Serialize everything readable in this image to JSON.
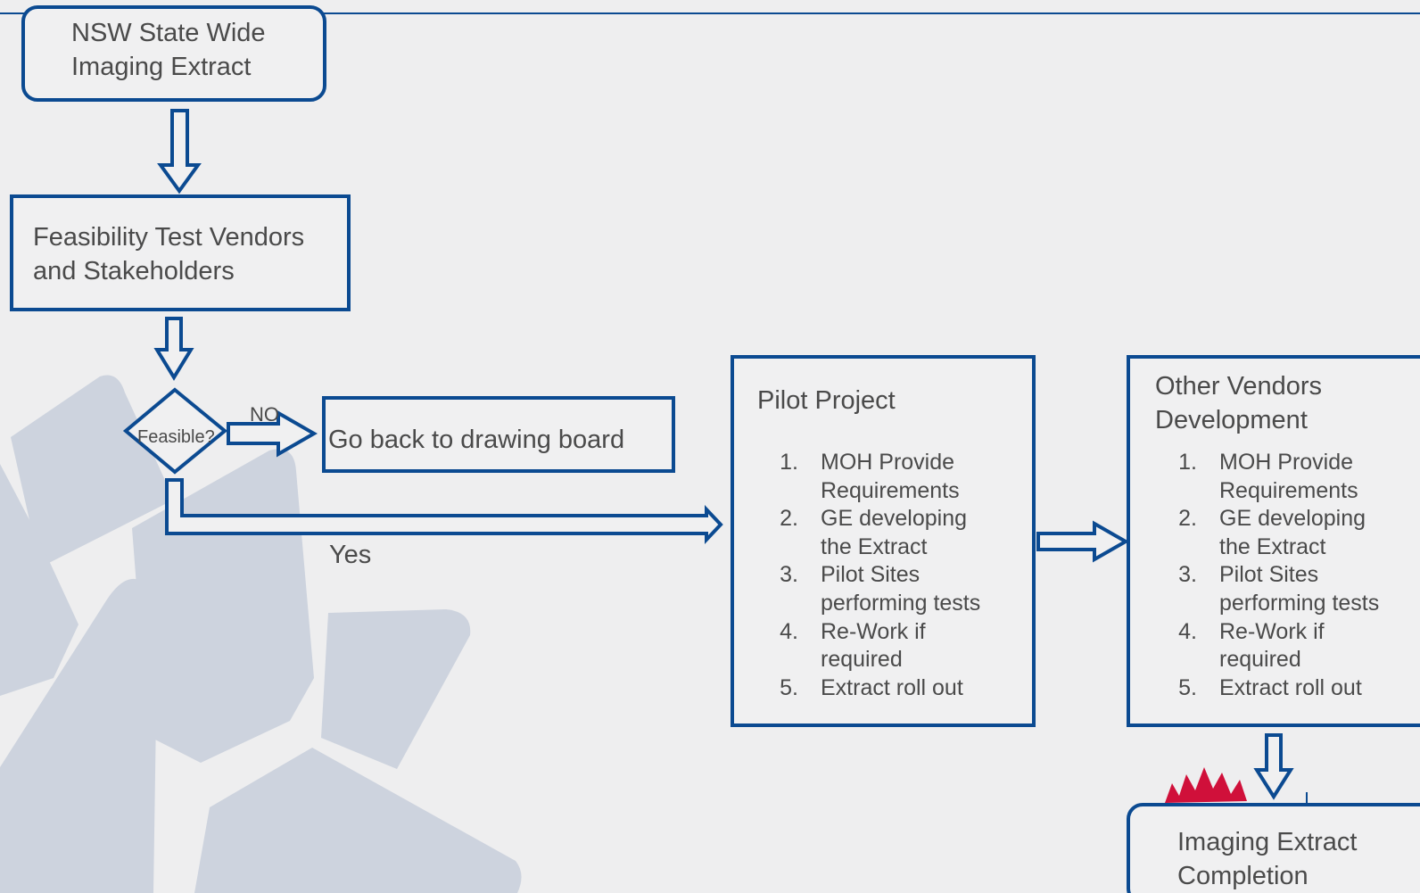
{
  "diagram": {
    "start_box": {
      "label": "NSW State Wide\nImaging Extract"
    },
    "feasibility_box": {
      "label": "Feasibility Test Vendors\nand Stakeholders"
    },
    "decision": {
      "label": "Feasible?"
    },
    "no_label": "NO",
    "no_box": {
      "label": "Go back to drawing board"
    },
    "yes_label": "Yes",
    "pilot_box": {
      "title": "Pilot Project",
      "steps": [
        {
          "num": "1.",
          "text": "MOH Provide Requirements"
        },
        {
          "num": "2.",
          "text": "GE developing the Extract"
        },
        {
          "num": "3.",
          "text": "Pilot Sites performing tests"
        },
        {
          "num": "4.",
          "text": "Re-Work if required"
        },
        {
          "num": "5.",
          "text": "Extract roll out"
        }
      ]
    },
    "vendors_box": {
      "title": "Other Vendors\nDevelopment",
      "steps": [
        {
          "num": "1.",
          "text": "MOH Provide Requirements"
        },
        {
          "num": "2.",
          "text": "GE developing the Extract"
        },
        {
          "num": "3.",
          "text": "Pilot Sites performing tests"
        },
        {
          "num": "4.",
          "text": "Re-Work if required"
        },
        {
          "num": "5.",
          "text": "Extract roll out"
        }
      ]
    },
    "completion_box": {
      "label": "Imaging Extract\nCompletion"
    }
  },
  "colors": {
    "stroke": "#0b4a91",
    "box_fill": "#f0f0f1",
    "text": "#4a4a4a",
    "background": "#eeeeef",
    "watermark": "#cdd3de",
    "logo_red": "#d0103a"
  },
  "icons": {
    "watermark": "waratah-watermark-icon",
    "logo": "waratah-logo-icon"
  }
}
